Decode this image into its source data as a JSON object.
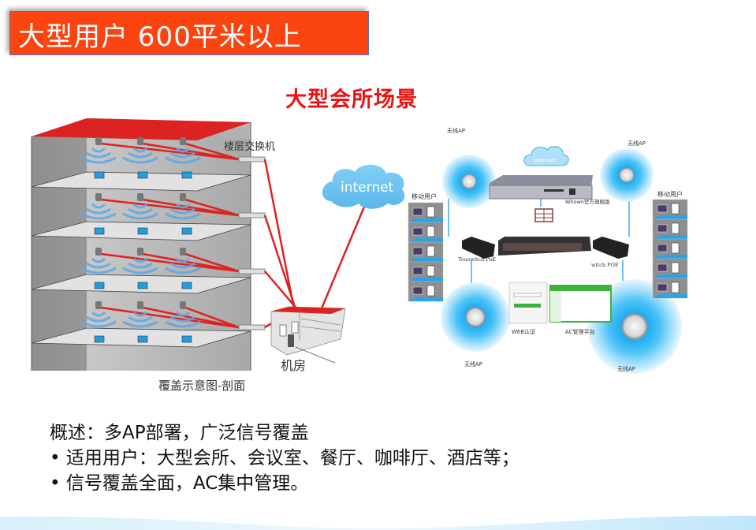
{
  "header": {
    "title": "大型用户  600平米以上",
    "accent_color": "#fc4411"
  },
  "scene": {
    "title": "大型会所场景",
    "title_color": "#ee1111"
  },
  "left_diagram": {
    "floor_switch_label": "楼层交换机",
    "server_room_label": "机房",
    "caption": "覆盖示意图-剖面",
    "internet_label": "internet",
    "floors": 4,
    "aps_per_floor": 3
  },
  "right_diagram": {
    "ap_label_top_left": "无线AP",
    "ap_label_top_right": "无线AP",
    "ap_label_bottom_left": "无线AP",
    "ap_label_bottom_right": "无线AP",
    "mobile_users_left": "移动用户",
    "mobile_users_right": "移动用户",
    "cloud_label": "Internet",
    "gateway_label": "Witown官方旗舰版",
    "poe_left_label": "Touswitch PoE",
    "poe_right_label": "witch POE",
    "web_auth_label": "WEB认证",
    "ac_platform_label": "AC管理平台"
  },
  "summary": {
    "overview": "概述：多AP部署，广泛信号覆盖",
    "bullets": [
      "• 适用用户：大型会所、会议室、餐厅、咖啡厅、酒店等；",
      "• 信号覆盖全面，AC集中管理。"
    ]
  }
}
